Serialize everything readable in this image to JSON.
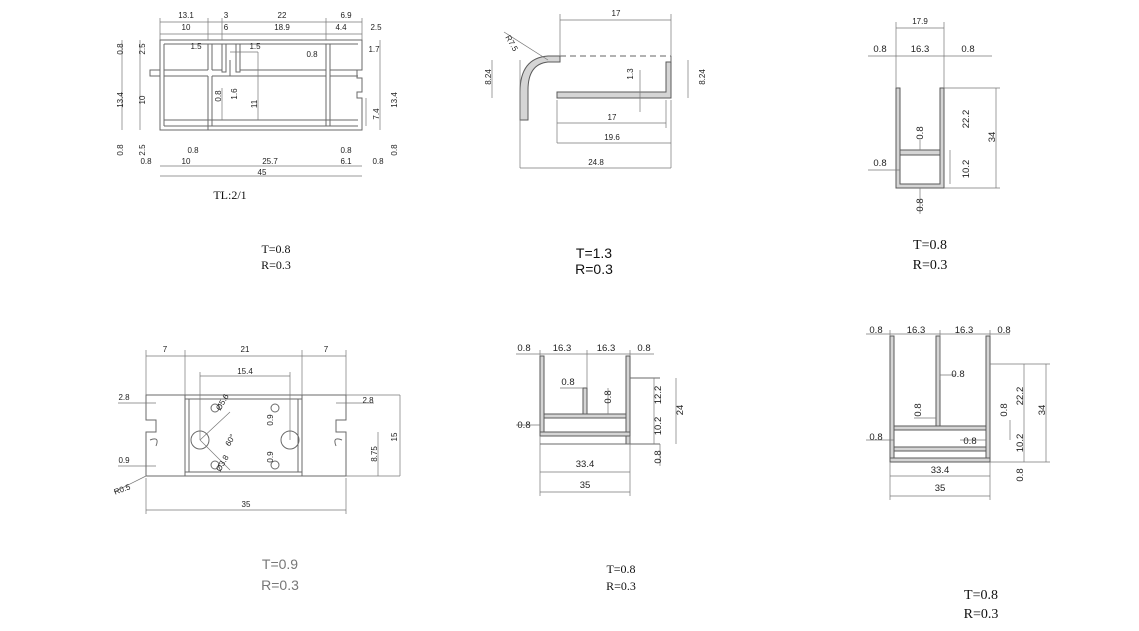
{
  "profiles": [
    {
      "thickness": "T=0.8",
      "radius": "R=0.3",
      "tag": "TL:2/1",
      "dims": [
        "13.1",
        "3",
        "22",
        "6.9",
        "10",
        "6",
        "18.9",
        "4.4",
        "2.5",
        "1.5",
        "1.5",
        "0.8",
        "1.7",
        "0.8",
        "2.5",
        "13.4",
        "10",
        "0.8",
        "1.6",
        "11",
        "7.4",
        "13.4",
        "0.8",
        "2.5",
        "0.8",
        "10",
        "0.8",
        "25.7",
        "0.8",
        "6.1",
        "0.8",
        "0.8",
        "45"
      ]
    },
    {
      "thickness": "T=1.3",
      "radius": "R=0.3",
      "dims": [
        "17",
        "R7.5",
        "8.24",
        "1.3",
        "8.24",
        "17",
        "19.6",
        "24.8"
      ]
    },
    {
      "thickness": "T=0.8",
      "radius": "R=0.3",
      "dims": [
        "17.9",
        "0.8",
        "16.3",
        "0.8",
        "22.2",
        "34",
        "0.8",
        "0.8",
        "10.2",
        "0.8"
      ]
    },
    {
      "thickness": "T=0.9",
      "radius": "R=0.3",
      "dims": [
        "7",
        "21",
        "7",
        "15.4",
        "2.8",
        "2.8",
        "Ø5.6",
        "0.9",
        "60°",
        "0.9",
        "Ø3.8",
        "15",
        "0.9",
        "8.75",
        "R0.5",
        "35"
      ]
    },
    {
      "thickness": "T=0.8",
      "radius": "R=0.3",
      "dims": [
        "0.8",
        "16.3",
        "16.3",
        "0.8",
        "0.8",
        "0.8",
        "12.2",
        "24",
        "0.8",
        "10.2",
        "33.4",
        "0.8",
        "35"
      ]
    },
    {
      "thickness": "T=0.8",
      "radius": "R=0.3",
      "dims": [
        "0.8",
        "16.3",
        "16.3",
        "0.8",
        "0.8",
        "22.2",
        "34",
        "0.8",
        "0.8",
        "0.8",
        "0.8",
        "10.2",
        "33.4",
        "0.8",
        "35"
      ]
    }
  ]
}
